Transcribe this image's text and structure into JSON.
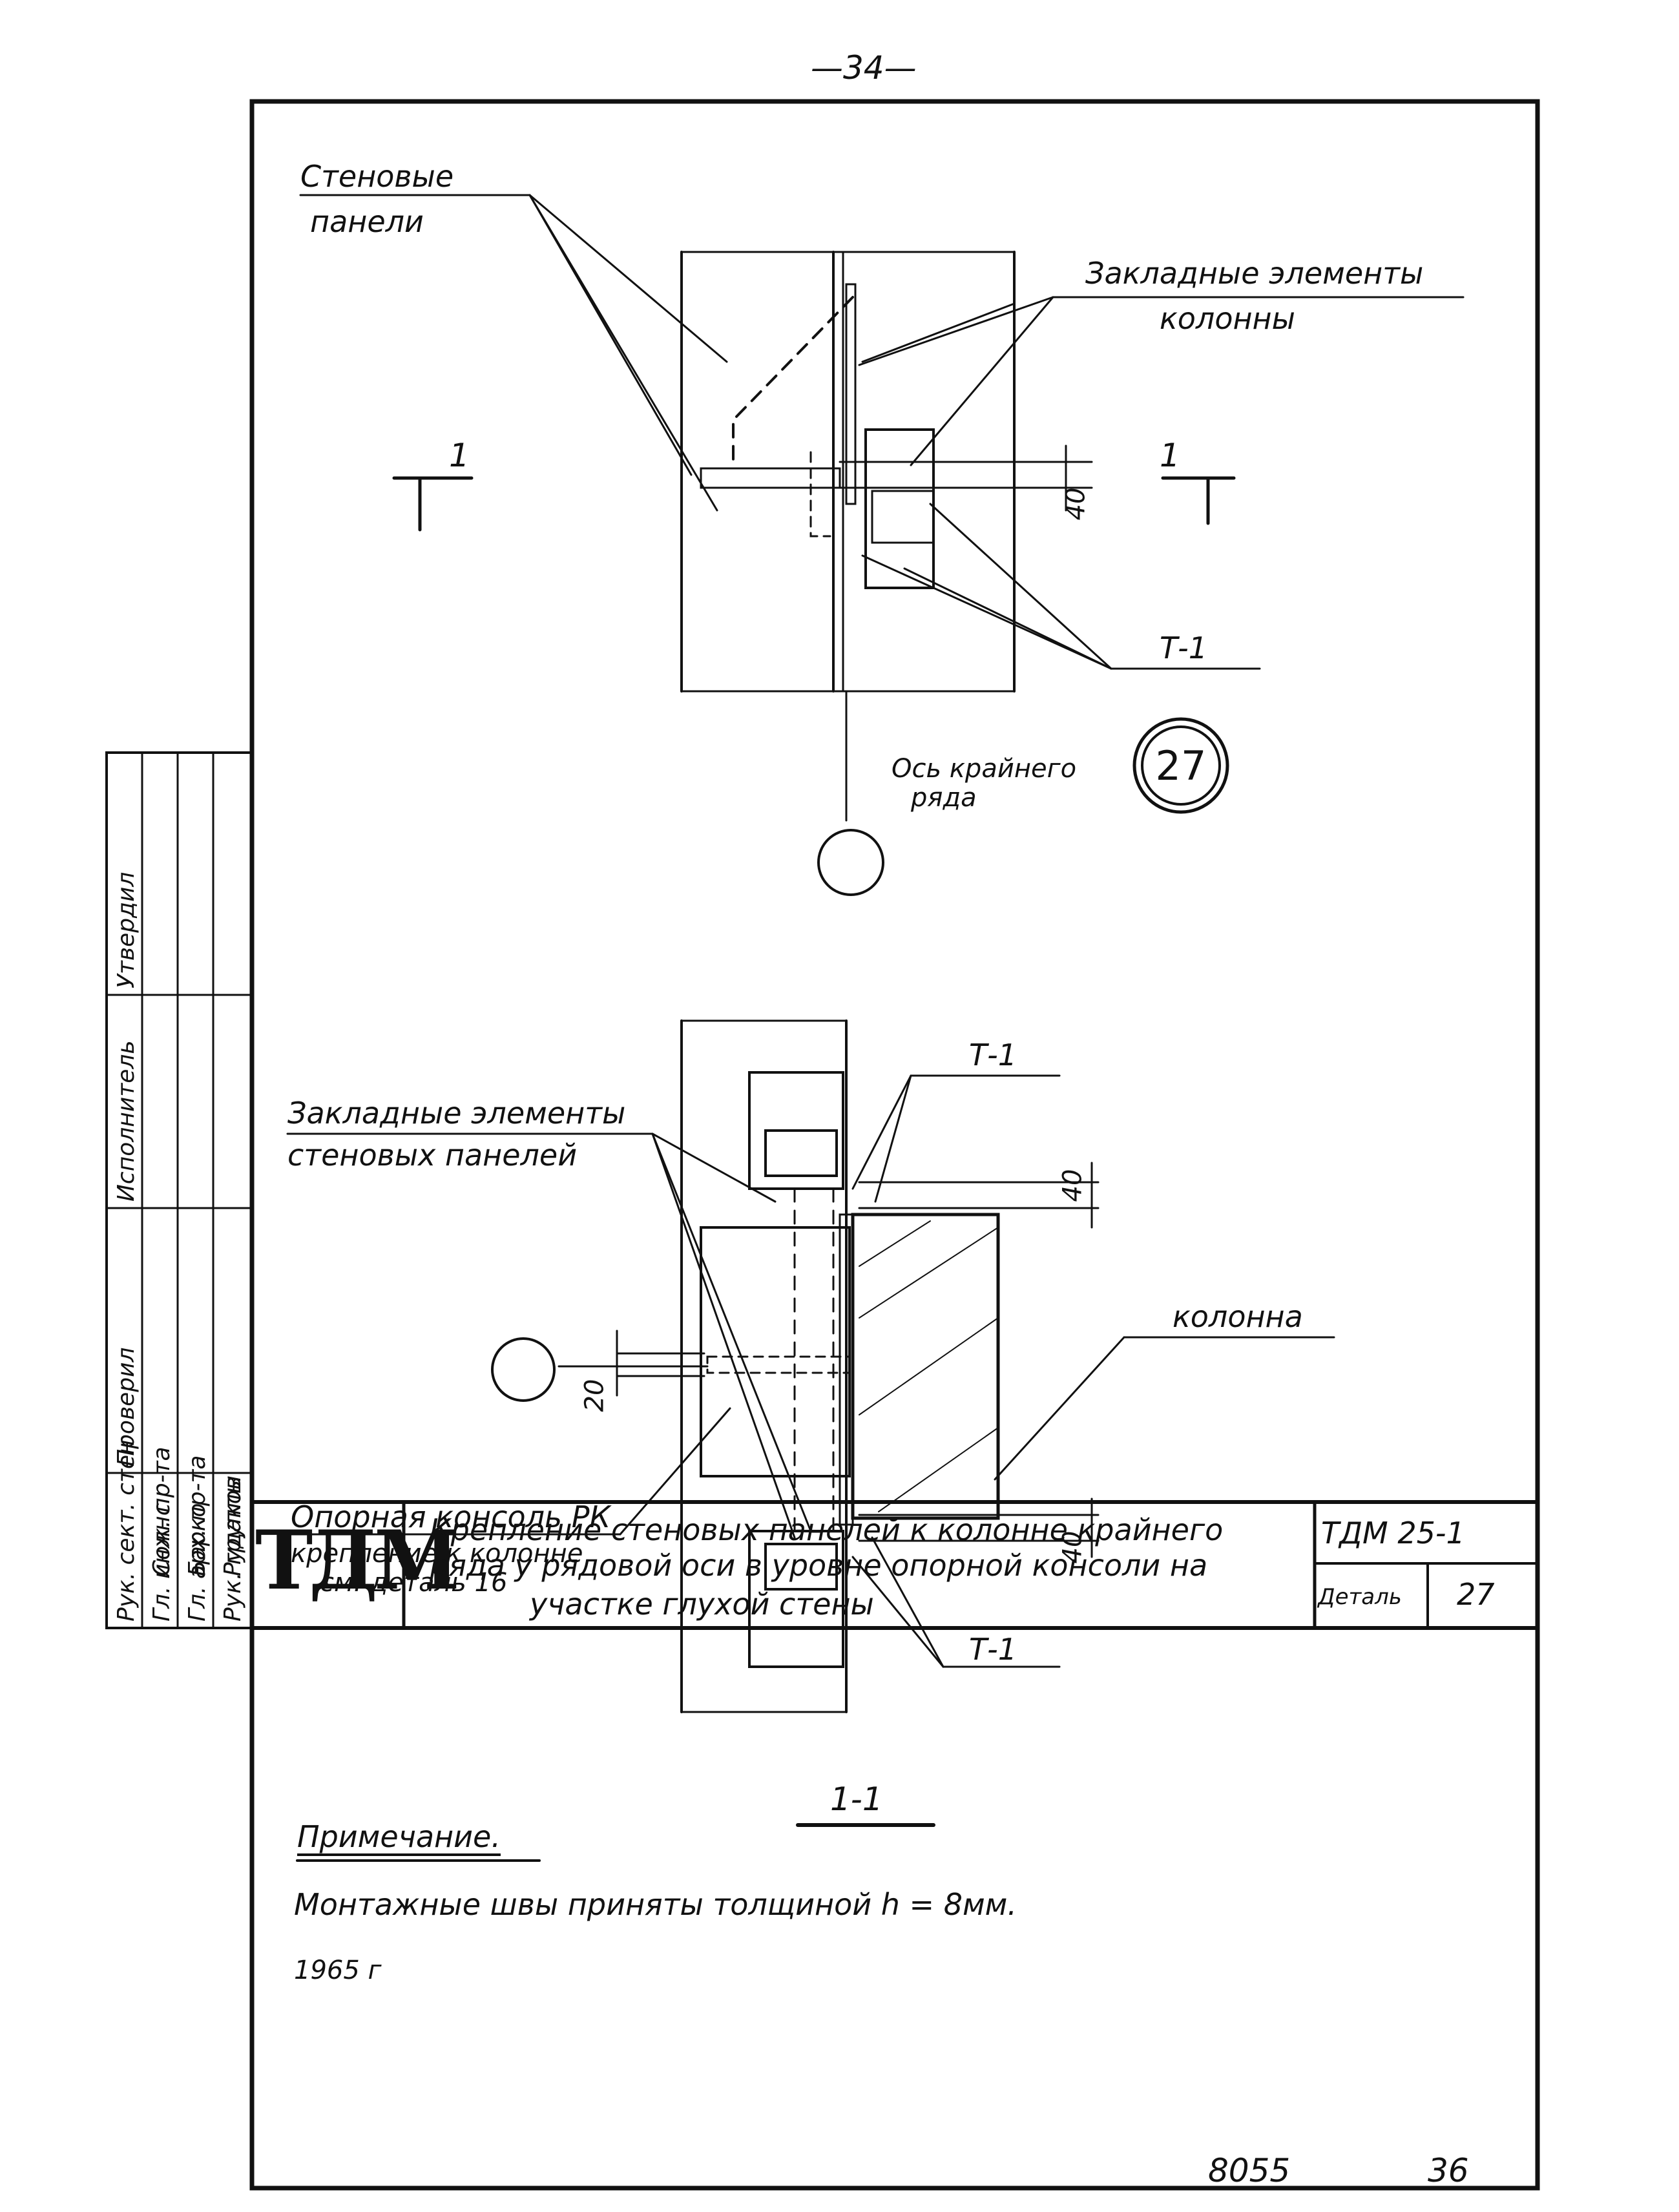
{
  "page_number": "—34—",
  "labels": {
    "wall_panels_1": "Стеновые",
    "wall_panels_2": "панели",
    "embedded_col_1": "Закладные элементы",
    "embedded_col_2": "колонны",
    "section_mark_left": "1",
    "section_mark_right": "1",
    "dim_40_top": "40",
    "t1_top": "Т-1",
    "axis_1": "Ось крайнего",
    "axis_2": "ряда",
    "detail_number": "27",
    "t1_mid": "Т-1",
    "embedded_panel_1": "Закладные элементы",
    "embedded_panel_2": "стеновых панелей",
    "dim_40_a": "40",
    "column": "колонна",
    "dim_20": "20",
    "console_1": "Опорная консоль РК",
    "console_2": "крепление к колонне",
    "console_3": "см. деталь 16",
    "dim_40_b": "40",
    "t1_bottom": "Т-1",
    "section_title": "1-1"
  },
  "note": {
    "heading": "Примечание.",
    "text": "Монтажные швы приняты толщиной h = 8мм."
  },
  "title_block": {
    "logo": "ТДМ",
    "year": "1965 г",
    "title_line1": "Крепление стеновых панелей к колонне крайнего",
    "title_line2": "ряда у рядовой оси в уровне опорной консоли на",
    "title_line3": "участке глухой стены",
    "doc_code": "ТДМ 25-1",
    "detail_label": "Деталь",
    "detail_value": "27"
  },
  "side_stamp": {
    "roles": [
      "Рук. сект. стен",
      "Гл. инж. пр-та",
      "Гл. арх. пр-та",
      "Рук. группы"
    ],
    "names": [
      "Солнс",
      "Барко",
      "Рудаков"
    ],
    "headers": [
      "Исполнитель",
      "Проверил",
      "Утвердил"
    ]
  },
  "footer": {
    "left_number": "8055",
    "right_number": "36"
  }
}
